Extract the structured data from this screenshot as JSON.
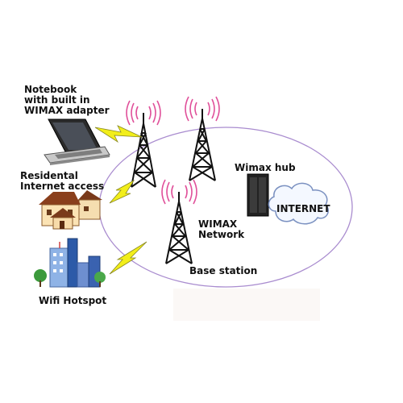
{
  "labels": {
    "notebook": "Notebook\nwith built in\nWIMAX adapter",
    "residential": "Residental\nInternet access",
    "wifi": "Wifi Hotspot",
    "hub": "Wimax hub",
    "internet": "INTERNET",
    "network": "WIMAX\nNetwork",
    "base": "Base station"
  },
  "colors": {
    "ellipse": "#a98ccf",
    "signal": "#e0509a",
    "bolt": "#f2ee1a",
    "tower": "#111111"
  }
}
